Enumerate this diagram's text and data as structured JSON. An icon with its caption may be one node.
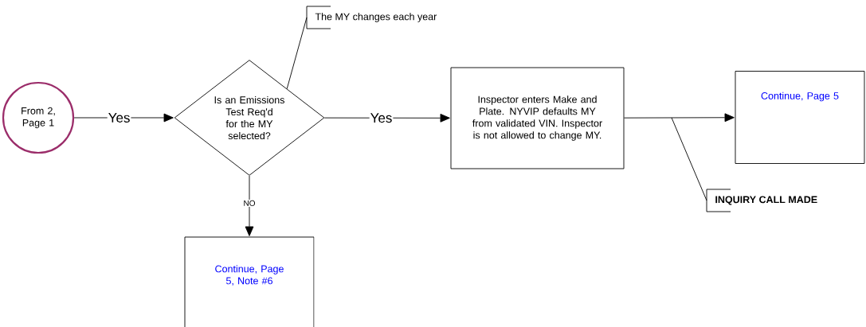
{
  "diagram": {
    "nodes": [
      {
        "text": [
          "From 2, Page 1"
        ]
      },
      {
        "text": [
          "Is an Emissions Test Req'd for the MY selected?"
        ]
      },
      {
        "text": [
          "Inspector enters Make and Plate.  NYVIP defaults MY from validated VIN.  Inspector is not allowed to change MY."
        ]
      },
      {
        "text": [
          "Continue, Page 5"
        ]
      },
      {
        "text": [
          "Continue, Page 5, Note #6"
        ]
      },
      {
        "text": [
          "The MY changes each year"
        ]
      },
      {
        "text": [
          "INQUIRY CALL MADE"
        ]
      }
    ],
    "edges": [
      {
        "from": 0,
        "to": 1,
        "arrow": "to",
        "label": "Yes"
      },
      {
        "from": 1,
        "to": 2,
        "arrow": "to",
        "label": "Yes"
      },
      {
        "from": 2,
        "to": 3,
        "arrow": "to"
      },
      {
        "from": 1,
        "to": 4,
        "arrow": "to",
        "label": "NO"
      },
      {
        "from": 5,
        "to": 1,
        "arrow": "none"
      },
      {
        "from": 6,
        "to": null,
        "arrow": "none"
      }
    ]
  }
}
